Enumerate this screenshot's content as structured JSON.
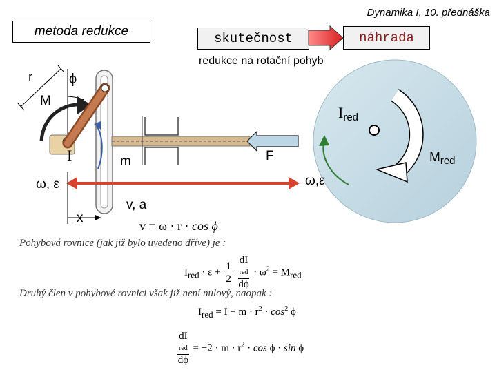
{
  "header": {
    "course": "Dynamika I, 10. přednáška"
  },
  "method": {
    "title": "metoda redukce"
  },
  "flow": {
    "reality": "skutečnost",
    "substitute": "náhrada",
    "caption": "redukce na rotační pohyb"
  },
  "mechanism": {
    "length": "r",
    "angle": "ϕ",
    "moment": "M",
    "inertia": "I",
    "mass": "m",
    "force": "F",
    "omega_eps_left": "ω, ε",
    "omega_eps_right": "ω,ε",
    "displacement": "x",
    "velocity_accel": "v, a",
    "velocity_eq_lhs": "v = ω · r ·",
    "velocity_eq_rhs": "cos ϕ"
  },
  "substitute_model": {
    "inertia_base": "I",
    "inertia_sub": "red",
    "moment_base": "M",
    "moment_sub": "red"
  },
  "text": {
    "line1": "Pohybová rovnice (jak již bylo uvedeno dříve) je :",
    "line2": "Druhý člen v pohybové rovnici však již není nulový, naopak :"
  },
  "equations": {
    "eq1": {
      "a": "I",
      "a_sub": "red",
      "b": "· ε +",
      "n": "1",
      "d": "2",
      "dn": "dI",
      "dn_sub": "red",
      "dd": "dϕ",
      "c": "· ω",
      "c_sup": "2",
      "e": "= M",
      "e_sub": "red"
    },
    "eq2": {
      "a": "I",
      "a_sub": "red",
      "b": "= I + m · r",
      "b_sup": "2",
      "c": "·",
      "d": "cos",
      "d_sup": "2",
      "e": "ϕ"
    },
    "eq3": {
      "dn": "dI",
      "dn_sub": "red",
      "dd": "dϕ",
      "b": "= −2 · m · r",
      "b_sup": "2",
      "c": "·",
      "d": "cos",
      "e": "ϕ ·",
      "f": "sin",
      "g": "ϕ"
    }
  },
  "colors": {
    "arm": "#b0643c",
    "disk": "#c6dde6",
    "arrow_red": "#d8432f",
    "arrow_green": "#2e7d32",
    "rod": "#c8a67a"
  }
}
